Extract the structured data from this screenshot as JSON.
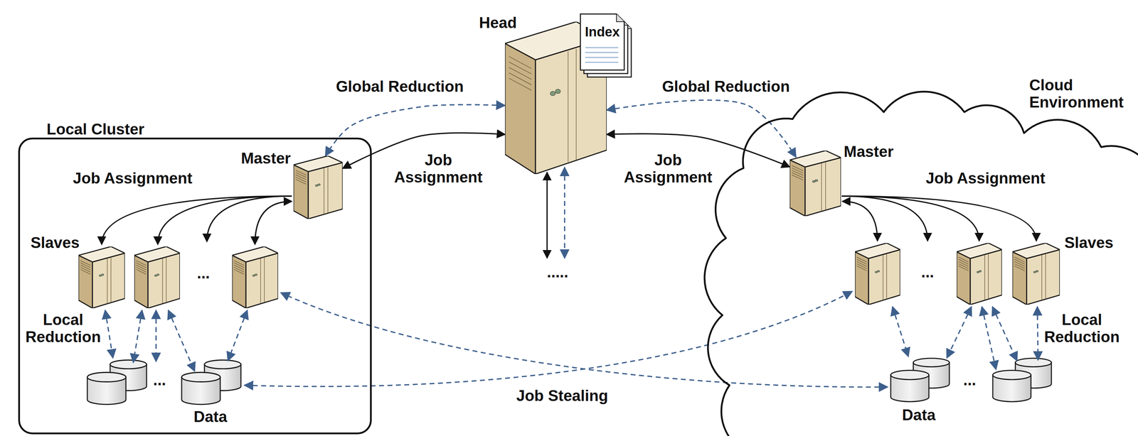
{
  "diagram": {
    "nodes": [
      {
        "text": [
          "Local Cluster"
        ]
      },
      {
        "text": [
          "Master"
        ],
        "in": 0
      },
      {
        "text": [
          "Head"
        ]
      },
      {
        "text": [
          "Index"
        ]
      },
      {
        "text": [
          "Cloud Environment"
        ]
      },
      {
        "text": [
          "Master"
        ],
        "in": 4
      }
    ],
    "edges": [
      {
        "from": 2,
        "to": 1,
        "arrow": "both",
        "label": "Global Reduction"
      },
      {
        "from": 2,
        "to": 1,
        "arrow": "both",
        "label": "Job Assignment"
      },
      {
        "from": 2,
        "to": 5,
        "arrow": "both",
        "label": "Global Reduction"
      },
      {
        "from": 2,
        "to": 5,
        "arrow": "both",
        "label": "Job Assignment"
      }
    ],
    "labels": [
      "Job Assignment",
      "Slaves",
      "...",
      "Local Reduction",
      "...",
      "Data",
      ".....",
      "Job Stealing",
      "Job Assignment",
      "...",
      "Slaves",
      "Local Reduction",
      "...",
      "Data"
    ]
  }
}
